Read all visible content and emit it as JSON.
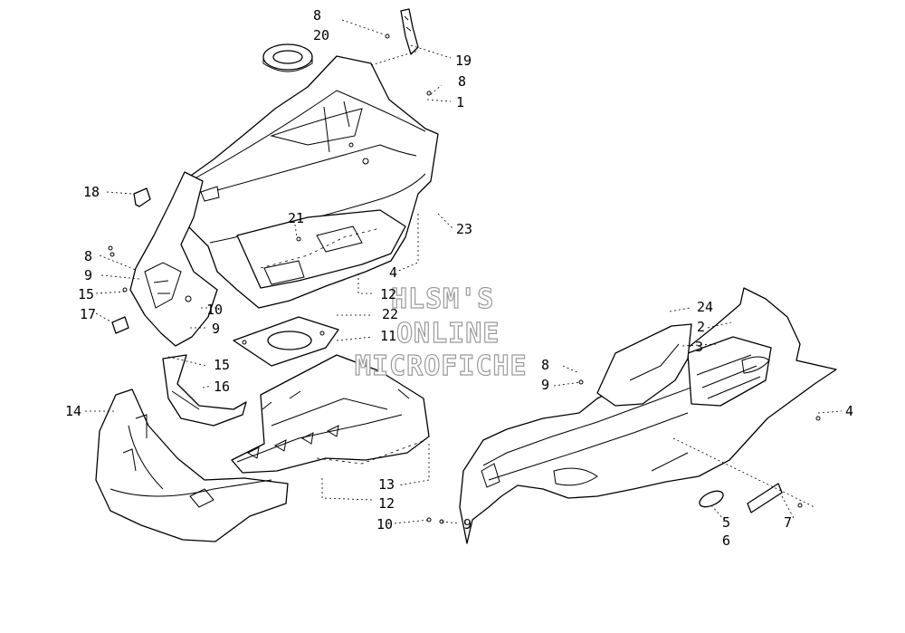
{
  "diagram": {
    "callouts": [
      {
        "id": "c-8-top",
        "text": "8"
      },
      {
        "id": "c-20",
        "text": "20"
      },
      {
        "id": "c-19",
        "text": "19"
      },
      {
        "id": "c-8-right",
        "text": "8"
      },
      {
        "id": "c-1",
        "text": "1"
      },
      {
        "id": "c-18",
        "text": "18"
      },
      {
        "id": "c-21",
        "text": "21"
      },
      {
        "id": "c-23",
        "text": "23"
      },
      {
        "id": "c-8-left",
        "text": "8"
      },
      {
        "id": "c-9-left",
        "text": "9"
      },
      {
        "id": "c-4-mid",
        "text": "4"
      },
      {
        "id": "c-15-left",
        "text": "15"
      },
      {
        "id": "c-12-upper",
        "text": "12"
      },
      {
        "id": "c-17",
        "text": "17"
      },
      {
        "id": "c-10-left",
        "text": "10"
      },
      {
        "id": "c-22",
        "text": "22"
      },
      {
        "id": "c-9-mid",
        "text": "9"
      },
      {
        "id": "c-11",
        "text": "11"
      },
      {
        "id": "c-24",
        "text": "24"
      },
      {
        "id": "c-2",
        "text": "2"
      },
      {
        "id": "c-3",
        "text": "3"
      },
      {
        "id": "c-15-lower",
        "text": "15"
      },
      {
        "id": "c-16",
        "text": "16"
      },
      {
        "id": "c-8-center",
        "text": "8"
      },
      {
        "id": "c-9-center",
        "text": "9"
      },
      {
        "id": "c-14",
        "text": "14"
      },
      {
        "id": "c-4-right",
        "text": "4"
      },
      {
        "id": "c-13",
        "text": "13"
      },
      {
        "id": "c-12-lower",
        "text": "12"
      },
      {
        "id": "c-10-bottom",
        "text": "10"
      },
      {
        "id": "c-9-bottom",
        "text": "9"
      },
      {
        "id": "c-5",
        "text": "5"
      },
      {
        "id": "c-7",
        "text": "7"
      },
      {
        "id": "c-6",
        "text": "6"
      }
    ],
    "watermark": [
      "HLSM'S",
      "ONLINE",
      "MICROFICHE"
    ]
  }
}
